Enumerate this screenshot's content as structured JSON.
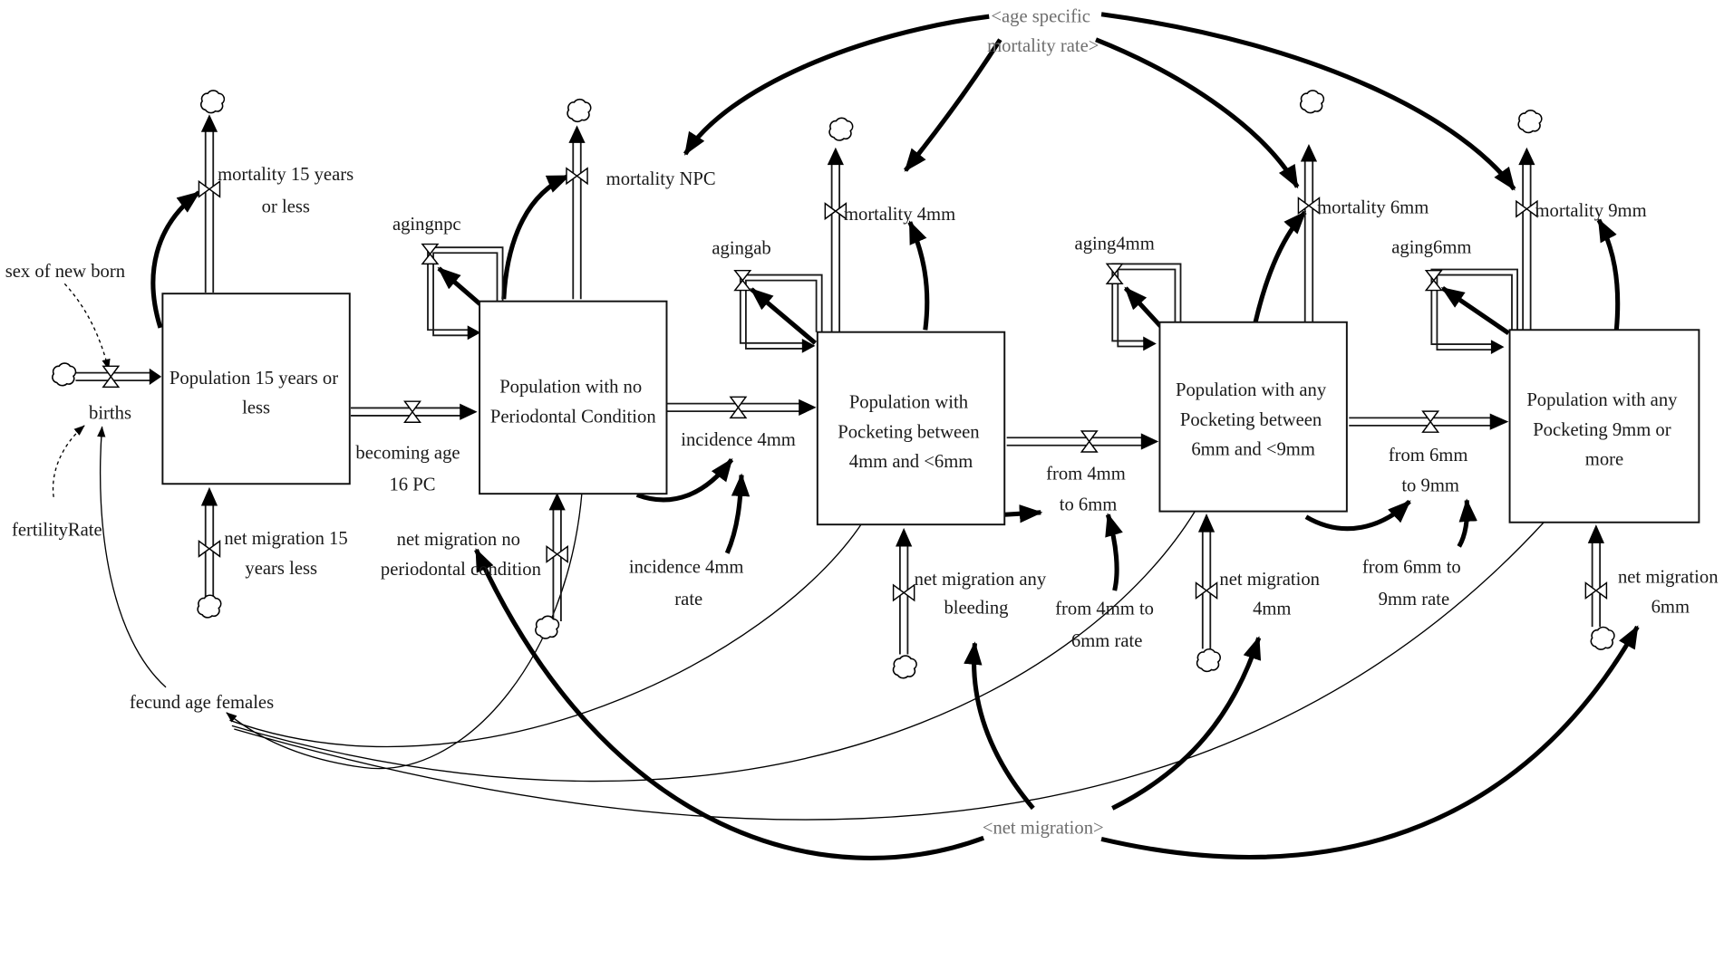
{
  "stocks": {
    "pop15": [
      "Population 15 years or",
      "less"
    ],
    "npc": [
      "Population with no",
      "Periodontal Condition"
    ],
    "p4": [
      "Population with",
      "Pocketing between",
      "4mm and <6mm"
    ],
    "p6": [
      "Population with any",
      "Pocketing between",
      "6mm and <9mm"
    ],
    "p9": [
      "Population with any",
      "Pocketing 9mm or",
      "more"
    ]
  },
  "flows": {
    "births": "births",
    "mortality15": [
      "mortality 15 years",
      "or less"
    ],
    "mortalityNPC": "mortality NPC",
    "mortality4": "mortality 4mm",
    "mortality6": "mortality 6mm",
    "mortality9": "mortality 9mm",
    "becomingAge": [
      "becoming age",
      "16 PC"
    ],
    "incidence4": "incidence 4mm",
    "from4to6": [
      "from 4mm",
      "to 6mm"
    ],
    "from6to9": [
      "from 6mm",
      "to 9mm"
    ],
    "netMig15": [
      "net migration 15",
      "years less"
    ],
    "netMigNPC": [
      "net migration no",
      "periodontal condition"
    ],
    "netMigBleeding": [
      "net migration any",
      "bleeding"
    ],
    "netMig4": [
      "net migration",
      "4mm"
    ],
    "netMig6": [
      "net migration",
      "6mm"
    ],
    "agingnpc": "agingnpc",
    "agingab": "agingab",
    "aging4mm": "aging4mm",
    "aging6mm": "aging6mm"
  },
  "auxiliaries": {
    "sexNewBorn": "sex of new born",
    "fertilityRate": "fertilityRate",
    "fecundAgeFemales": "fecund age females",
    "incidenceRate": [
      "incidence 4mm",
      "rate"
    ],
    "from4to6Rate": [
      "from 4mm to",
      "6mm rate"
    ],
    "from6to9Rate": [
      "from 6mm to",
      "9mm rate"
    ]
  },
  "shadows": {
    "ageSpecificMortality": [
      "<age specific",
      "mortality rate>"
    ],
    "netMigration": "<net migration>"
  }
}
